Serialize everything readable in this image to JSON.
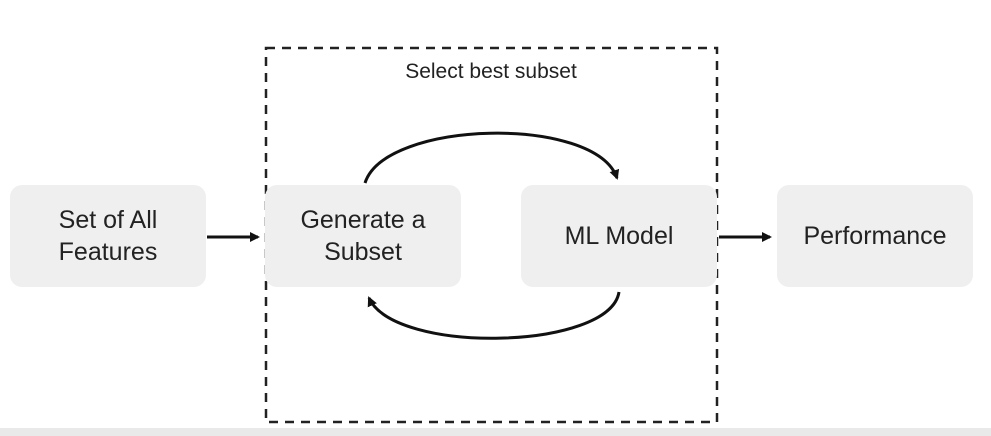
{
  "diagram": {
    "group_label": "Select best subset",
    "nodes": {
      "features": "Set of All\nFeatures",
      "generate": "Generate a\nSubset",
      "model": "ML Model",
      "performance": "Performance"
    },
    "edges": [
      {
        "from": "features",
        "to": "generate"
      },
      {
        "from": "generate",
        "to": "model"
      },
      {
        "from": "model",
        "to": "generate"
      },
      {
        "from": "model",
        "to": "performance"
      }
    ]
  }
}
